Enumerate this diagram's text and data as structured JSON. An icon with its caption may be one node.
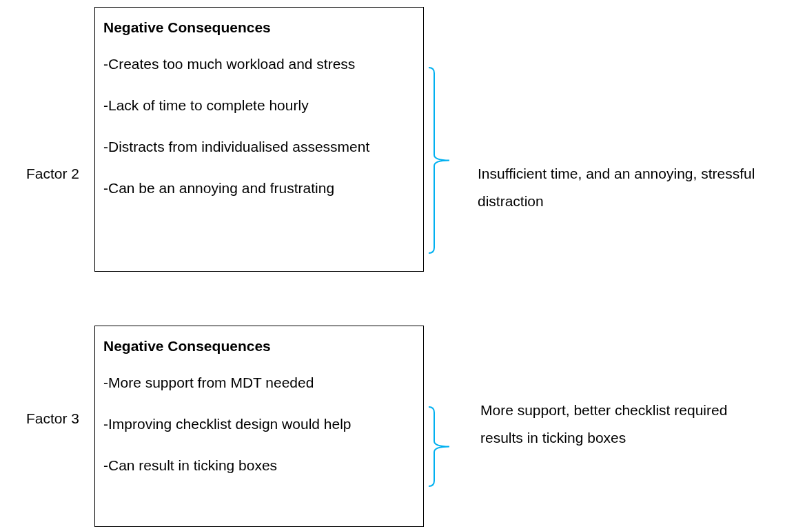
{
  "diagram": {
    "nodes": [
      {
        "text": [
          "Negative Consequences",
          "-Creates too much workload and stress",
          "-Lack of time to complete hourly",
          "-Distracts from individualised assessment",
          "-Can be an annoying and frustrating"
        ]
      },
      {
        "text": [
          "Negative Consequences",
          "-More support from MDT needed",
          "-Improving checklist design would help",
          "-Can result in ticking boxes"
        ]
      }
    ],
    "labels": [
      "Factor 2",
      "Insufficient time, and an annoying, stressful distraction",
      "Factor 3",
      "More support, better checklist required results in ticking boxes"
    ]
  }
}
